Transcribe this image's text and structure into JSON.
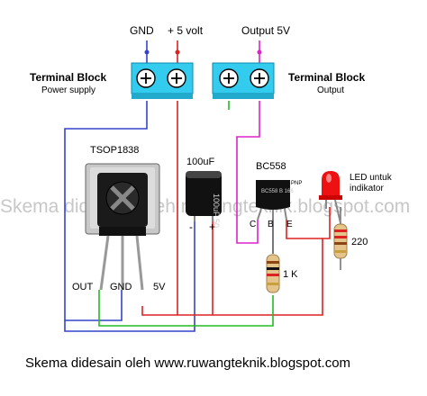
{
  "terminals": {
    "power": {
      "title": "Terminal Block",
      "subtitle": "Power supply",
      "pin_labels": [
        "GND",
        "+ 5 volt"
      ]
    },
    "output": {
      "title": "Terminal Block",
      "subtitle": "Output",
      "pin_label": "Output 5V"
    }
  },
  "components": {
    "ir_sensor": {
      "name": "TSOP1838",
      "pins": [
        "OUT",
        "GND",
        "5V"
      ]
    },
    "capacitor": {
      "value": "100uF",
      "body_marking": "100uF 50",
      "minus": "-",
      "plus": "+"
    },
    "transistor": {
      "name": "BC558",
      "type_tag": "PNP",
      "body_marking": "BC558 B 166",
      "pins": [
        "C",
        "B",
        "E"
      ]
    },
    "base_resistor": {
      "value": "1 K"
    },
    "led": {
      "label_line1": "LED untuk",
      "label_line2": "indikator"
    },
    "led_resistor": {
      "value": "220"
    }
  },
  "watermark": "Skema didesain oleh ruwangteknik.blogspot.com",
  "footer": "Skema didesain oleh www.ruwangteknik.blogspot.com",
  "colors": {
    "terminal": "#33ccee",
    "wire_blue": "#3344cc",
    "wire_red": "#dd2222",
    "wire_magenta": "#dd22cc",
    "wire_green": "#22bb22",
    "led": "#ee1111"
  }
}
